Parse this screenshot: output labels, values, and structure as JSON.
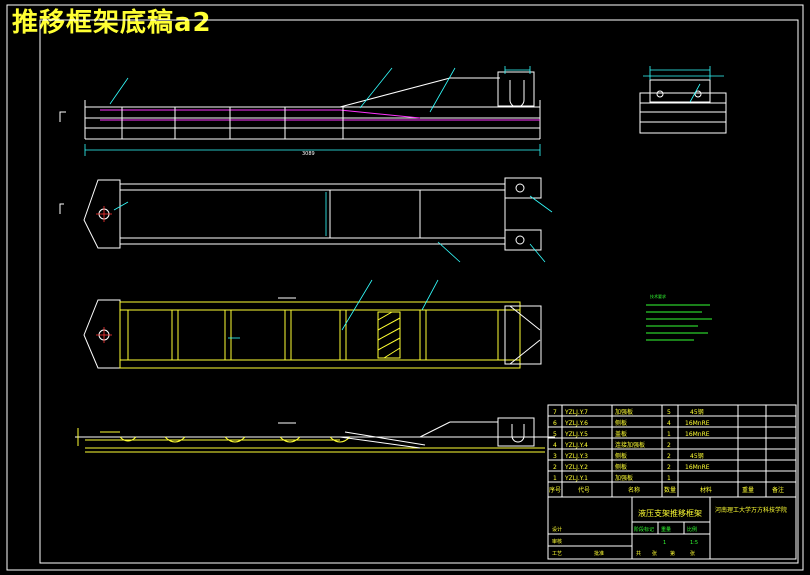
{
  "title": "推移框架底稿a2",
  "bom": {
    "rows": [
      {
        "no": "7",
        "code": "YZLJ.Y.7",
        "name": "加强板",
        "qty": "5",
        "material": "45钢"
      },
      {
        "no": "6",
        "code": "YZLJ.Y.6",
        "name": "侧板",
        "qty": "4",
        "material": "16MnRE"
      },
      {
        "no": "5",
        "code": "YZLJ.Y.5",
        "name": "盖板",
        "qty": "1",
        "material": "16MnRE"
      },
      {
        "no": "4",
        "code": "YZLJ.Y.4",
        "name": "连接加强板",
        "qty": "2",
        "material": ""
      },
      {
        "no": "3",
        "code": "YZLJ.Y.3",
        "name": "侧板",
        "qty": "2",
        "material": "45钢"
      },
      {
        "no": "2",
        "code": "YZLJ.Y.2",
        "name": "侧板",
        "qty": "2",
        "material": "16MnRE"
      },
      {
        "no": "1",
        "code": "YZLJ.Y.1",
        "name": "加强板",
        "qty": "1",
        "material": ""
      }
    ],
    "header": {
      "no": "序号",
      "code": "代号",
      "name": "名称",
      "qty": "数量",
      "material": "材料",
      "weight": "重量",
      "remark": "备注"
    },
    "drawing_name": "液压支架推移框架",
    "school": "河南理工大学万方科技学院",
    "labels": {
      "stage": "阶段标记",
      "weight": "重量",
      "scale": "比例"
    },
    "scale_row": [
      "1",
      "1:5"
    ],
    "design_row": [
      "设计",
      "审核",
      "工艺",
      "批准"
    ],
    "sheet": [
      "共",
      "张",
      "第",
      "张"
    ]
  },
  "views": {
    "dim_total": "3089",
    "notes_title": "技术要求"
  },
  "colors": {
    "frame": "#ffffff",
    "plate": "#ff33ff",
    "dim": "#33ffff",
    "title": "#ffff33",
    "section": "#33ff33"
  }
}
